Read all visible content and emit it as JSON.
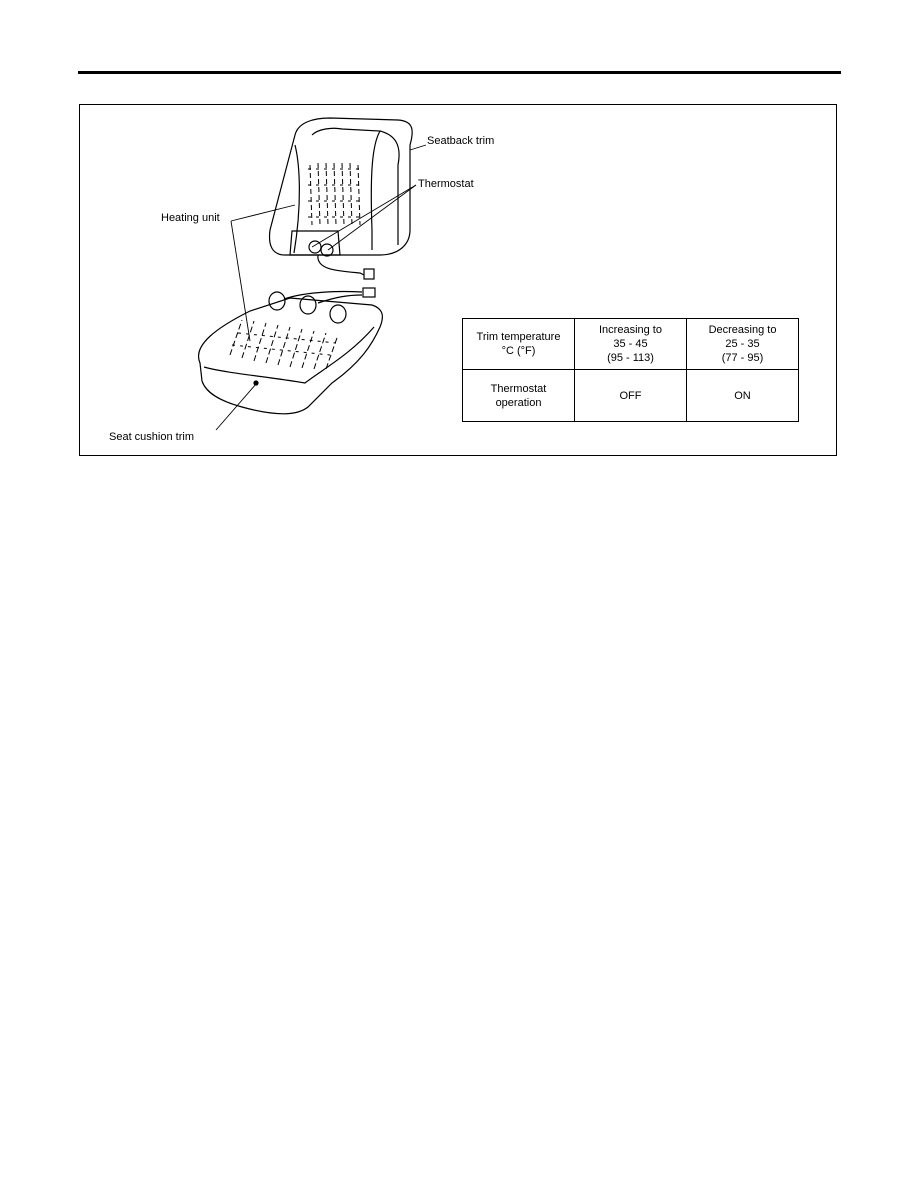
{
  "callouts": {
    "seatback_trim": "Seatback trim",
    "thermostat": "Thermostat",
    "heating_unit": "Heating unit",
    "seat_cushion_trim": "Seat cushion trim"
  },
  "table": {
    "header": {
      "col1": [
        "Trim temperature",
        "°C (°F)"
      ],
      "col2": [
        "Increasing to",
        "35 - 45",
        "(95 - 113)"
      ],
      "col3": [
        "Decreasing to",
        "25 - 35",
        "(77 - 95)"
      ]
    },
    "row": {
      "label": [
        "Thermostat",
        "operation"
      ],
      "increasing": "OFF",
      "decreasing": "ON"
    }
  }
}
